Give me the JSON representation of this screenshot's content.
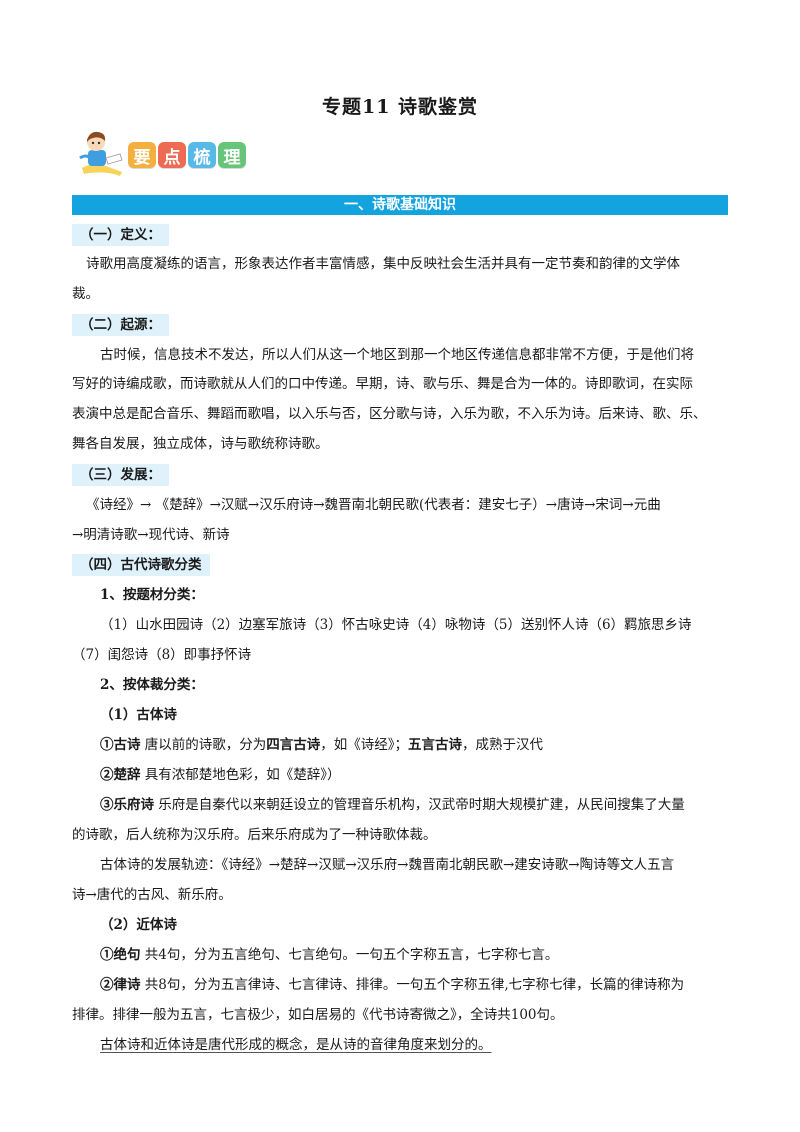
{
  "title": "专题11  诗歌鉴赏",
  "badge": {
    "chars": [
      "要",
      "点",
      "梳",
      "理"
    ],
    "colors": [
      "#f4b03f",
      "#ee6a52",
      "#56b9e8",
      "#67c57a"
    ]
  },
  "banner": "一、诗歌基础知识",
  "s1": {
    "head": "（一）定义：",
    "l1": "诗歌用高度凝练的语言，形象表达作者丰富情感，集中反映社会生活并具有一定节奏和韵律的文学体",
    "l2": "裁。"
  },
  "s2": {
    "head": "（二）起源：",
    "l1": "古时候，信息技术不发达，所以人们从这一个地区到那一个地区传递信息都非常不方便，于是他们将",
    "l2": "写好的诗编成歌，而诗歌就从人们的口中传递。早期，诗、歌与乐、舞是合为一体的。诗即歌词，在实际",
    "l3": "表演中总是配合音乐、舞蹈而歌唱，以入乐与否，区分歌与诗，入乐为歌，不入乐为诗。后来诗、歌、乐、",
    "l4": "舞各自发展，独立成体，诗与歌统称诗歌。"
  },
  "s3": {
    "head": "（三）发展：",
    "l1": "《诗经》→ 《楚辞》→汉赋→汉乐府诗→魏晋南北朝民歌(代表者：建安七子）→唐诗→宋词→元曲",
    "l2": "→明清诗歌→现代诗、新诗"
  },
  "s4": {
    "head": "（四）古代诗歌分类",
    "sub1": "1、按题材分类：",
    "sub1_l1": "（1）山水田园诗（2）边塞军旅诗（3）怀古咏史诗（4）咏物诗（5）送别怀人诗（6）羁旅思乡诗",
    "sub1_l2": "（7）闺怨诗（8）即事抒怀诗",
    "sub2": "2、按体裁分类：",
    "gu_head": "（1）古体诗",
    "gu1_label": "①古诗",
    "gu1_a": "  唐以前的诗歌，分为",
    "gu1_b": "四言古诗",
    "gu1_c": "，如《诗经》；",
    "gu1_d": "五言古诗",
    "gu1_e": "，成熟于汉代",
    "gu2_label": "②楚辞",
    "gu2_text": "  具有浓郁楚地色彩，如《楚辞》）",
    "gu3_label": "③乐府诗",
    "gu3_text": "  乐府是自秦代以来朝廷设立的管理音乐机构，汉武帝时期大规模扩建，从民间搜集了大量",
    "gu3_l2": "的诗歌，后人统称为汉乐府。后来乐府成为了一种诗歌体裁。",
    "track_l1": "古体诗的发展轨迹：《诗经》→楚辞→汉赋→汉乐府→魏晋南北朝民歌→建安诗歌→陶诗等文人五言",
    "track_l2": "诗→唐代的古风、新乐府。",
    "jin_head": "（2）近体诗",
    "jin1_label": "①绝句",
    "jin1_text": "  共4句，分为五言绝句、七言绝句。一句五个字称五言，七字称七言。",
    "jin2_label": "②律诗",
    "jin2_text": "  共8句，分为五言律诗、七言律诗、排律。一句五个字称五律,七字称七律，长篇的律诗称为",
    "jin2_l2": "排律。排律一般为五言，七言极少，如白居易的《代书诗寄微之》，全诗共100句。",
    "note": "古体诗和近体诗是唐代形成的概念，是从诗的音律角度来划分的。"
  }
}
